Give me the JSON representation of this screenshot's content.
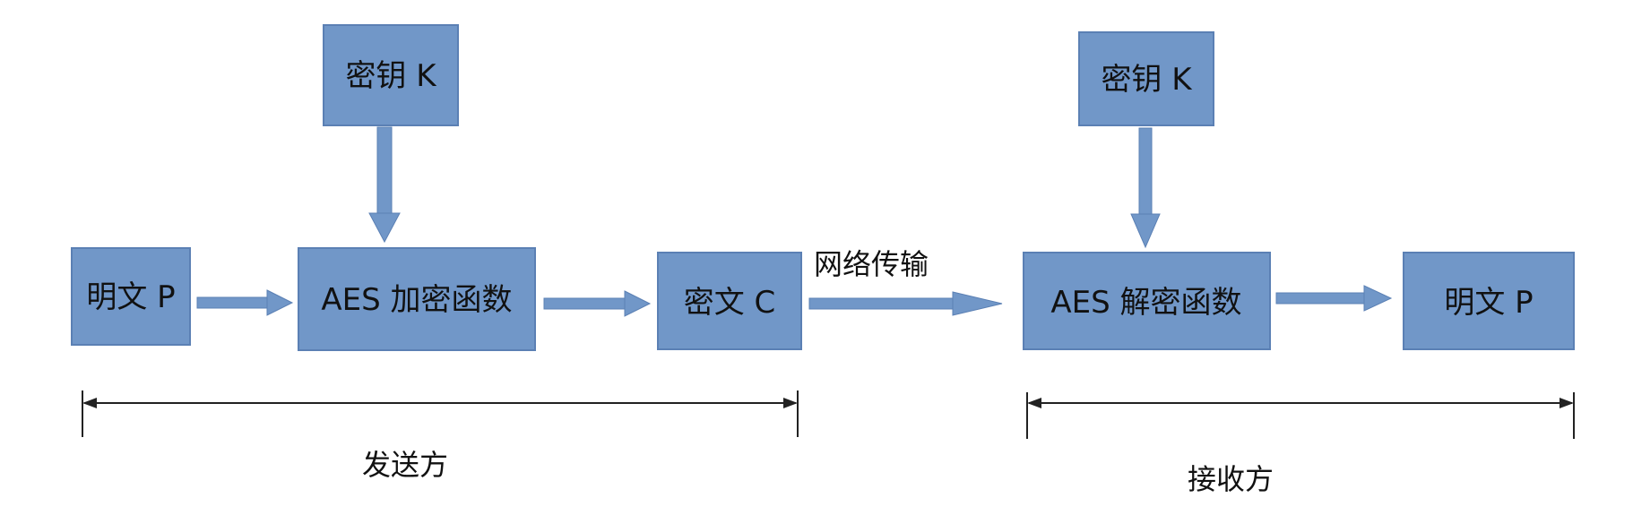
{
  "diagram": {
    "sender": {
      "key_box": "密钥 K",
      "plaintext_box": "明文 P",
      "encrypt_box": "AES 加密函数",
      "ciphertext_box": "密文  C",
      "label": "发送方"
    },
    "channel_label": "网络传输",
    "receiver": {
      "key_box": "密钥 K",
      "decrypt_box": "AES 解密函数",
      "plaintext_box": "明文 P",
      "label": "接收方"
    }
  },
  "colors": {
    "box_fill": "#7197c8",
    "box_stroke": "#5b80b4",
    "arrow_fill": "#7197c8",
    "line": "#222222",
    "text": "#111111"
  }
}
